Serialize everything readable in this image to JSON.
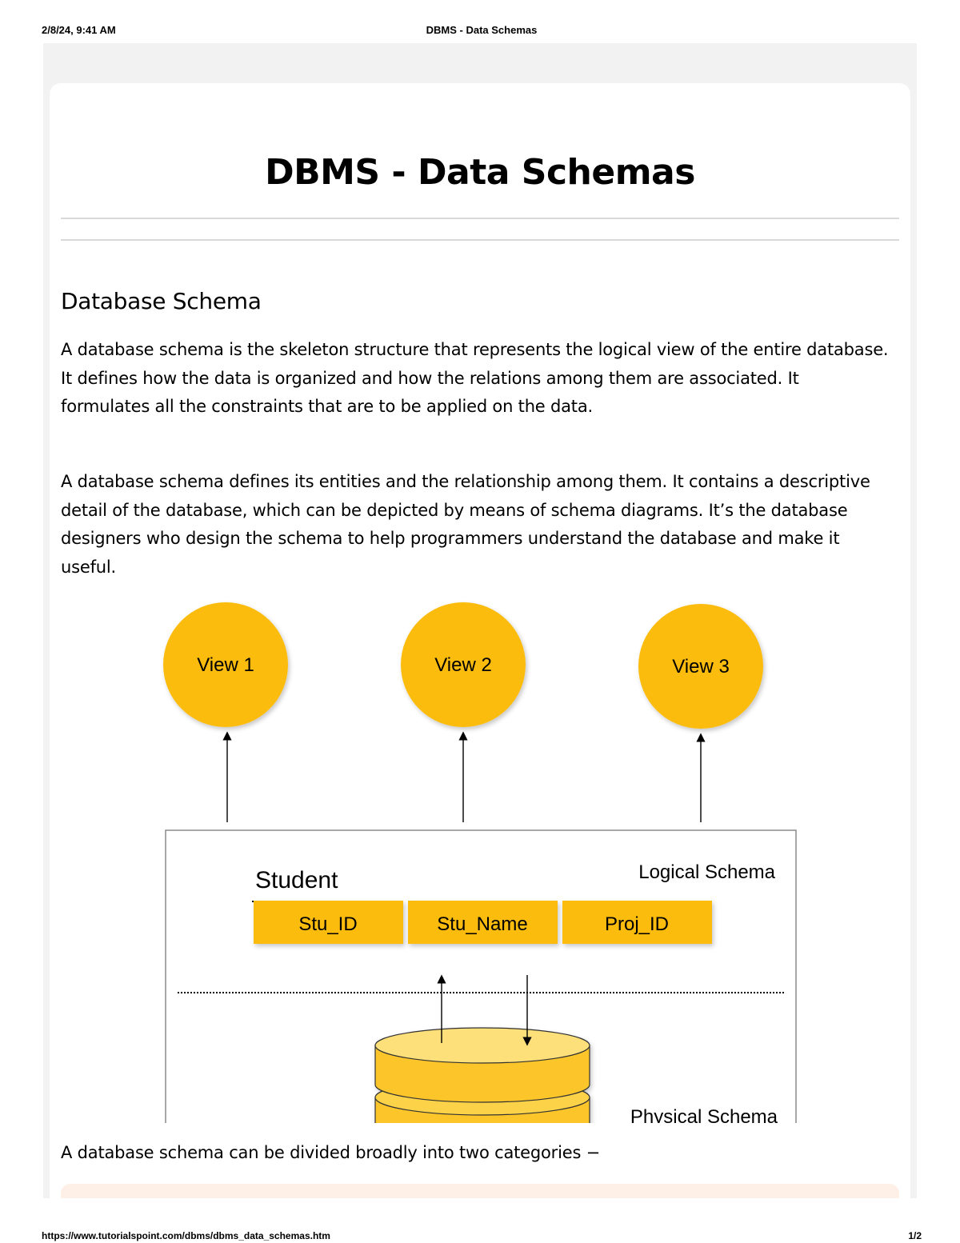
{
  "print_header": {
    "datetime": "2/8/24, 9:41 AM",
    "title": "DBMS - Data Schemas"
  },
  "print_footer": {
    "url": "https://www.tutorialspoint.com/dbms/dbms_data_schemas.htm",
    "page": "1/2"
  },
  "article": {
    "title": "DBMS - Data Schemas",
    "section_heading": "Database Schema",
    "paragraph_1": "A database schema is the skeleton structure that represents the logical view of the entire database. It defines how the data is organized and how the relations among them are associated. It formulates all the constraints that are to be applied on the data.",
    "paragraph_2": "A database schema defines its entities and the relationship among them. It contains a descriptive detail of the database, which can be depicted by means of schema diagrams. It’s the database designers who design the schema to help programmers understand the database and make it useful.",
    "paragraph_3": "A database schema can be divided broadly into two categories −"
  },
  "diagram": {
    "views": [
      "View 1",
      "View 2",
      "View 3"
    ],
    "entity_name": "Student",
    "fields": [
      "Stu_ID",
      "Stu_Name",
      "Proj_ID"
    ],
    "logical_label": "Logical Schema",
    "physical_label": "Physical Schema",
    "colors": {
      "view_fill": "#fbbc0f",
      "field_fill": "#fbbc0f",
      "db_fill": "#fcc62a",
      "db_top": "#fde07a"
    }
  },
  "colors": {
    "page_bg": "#f2f2f2",
    "card_bg": "#ffffff",
    "note_bg": "#fef0e6",
    "rule": "#d9d9d9"
  }
}
